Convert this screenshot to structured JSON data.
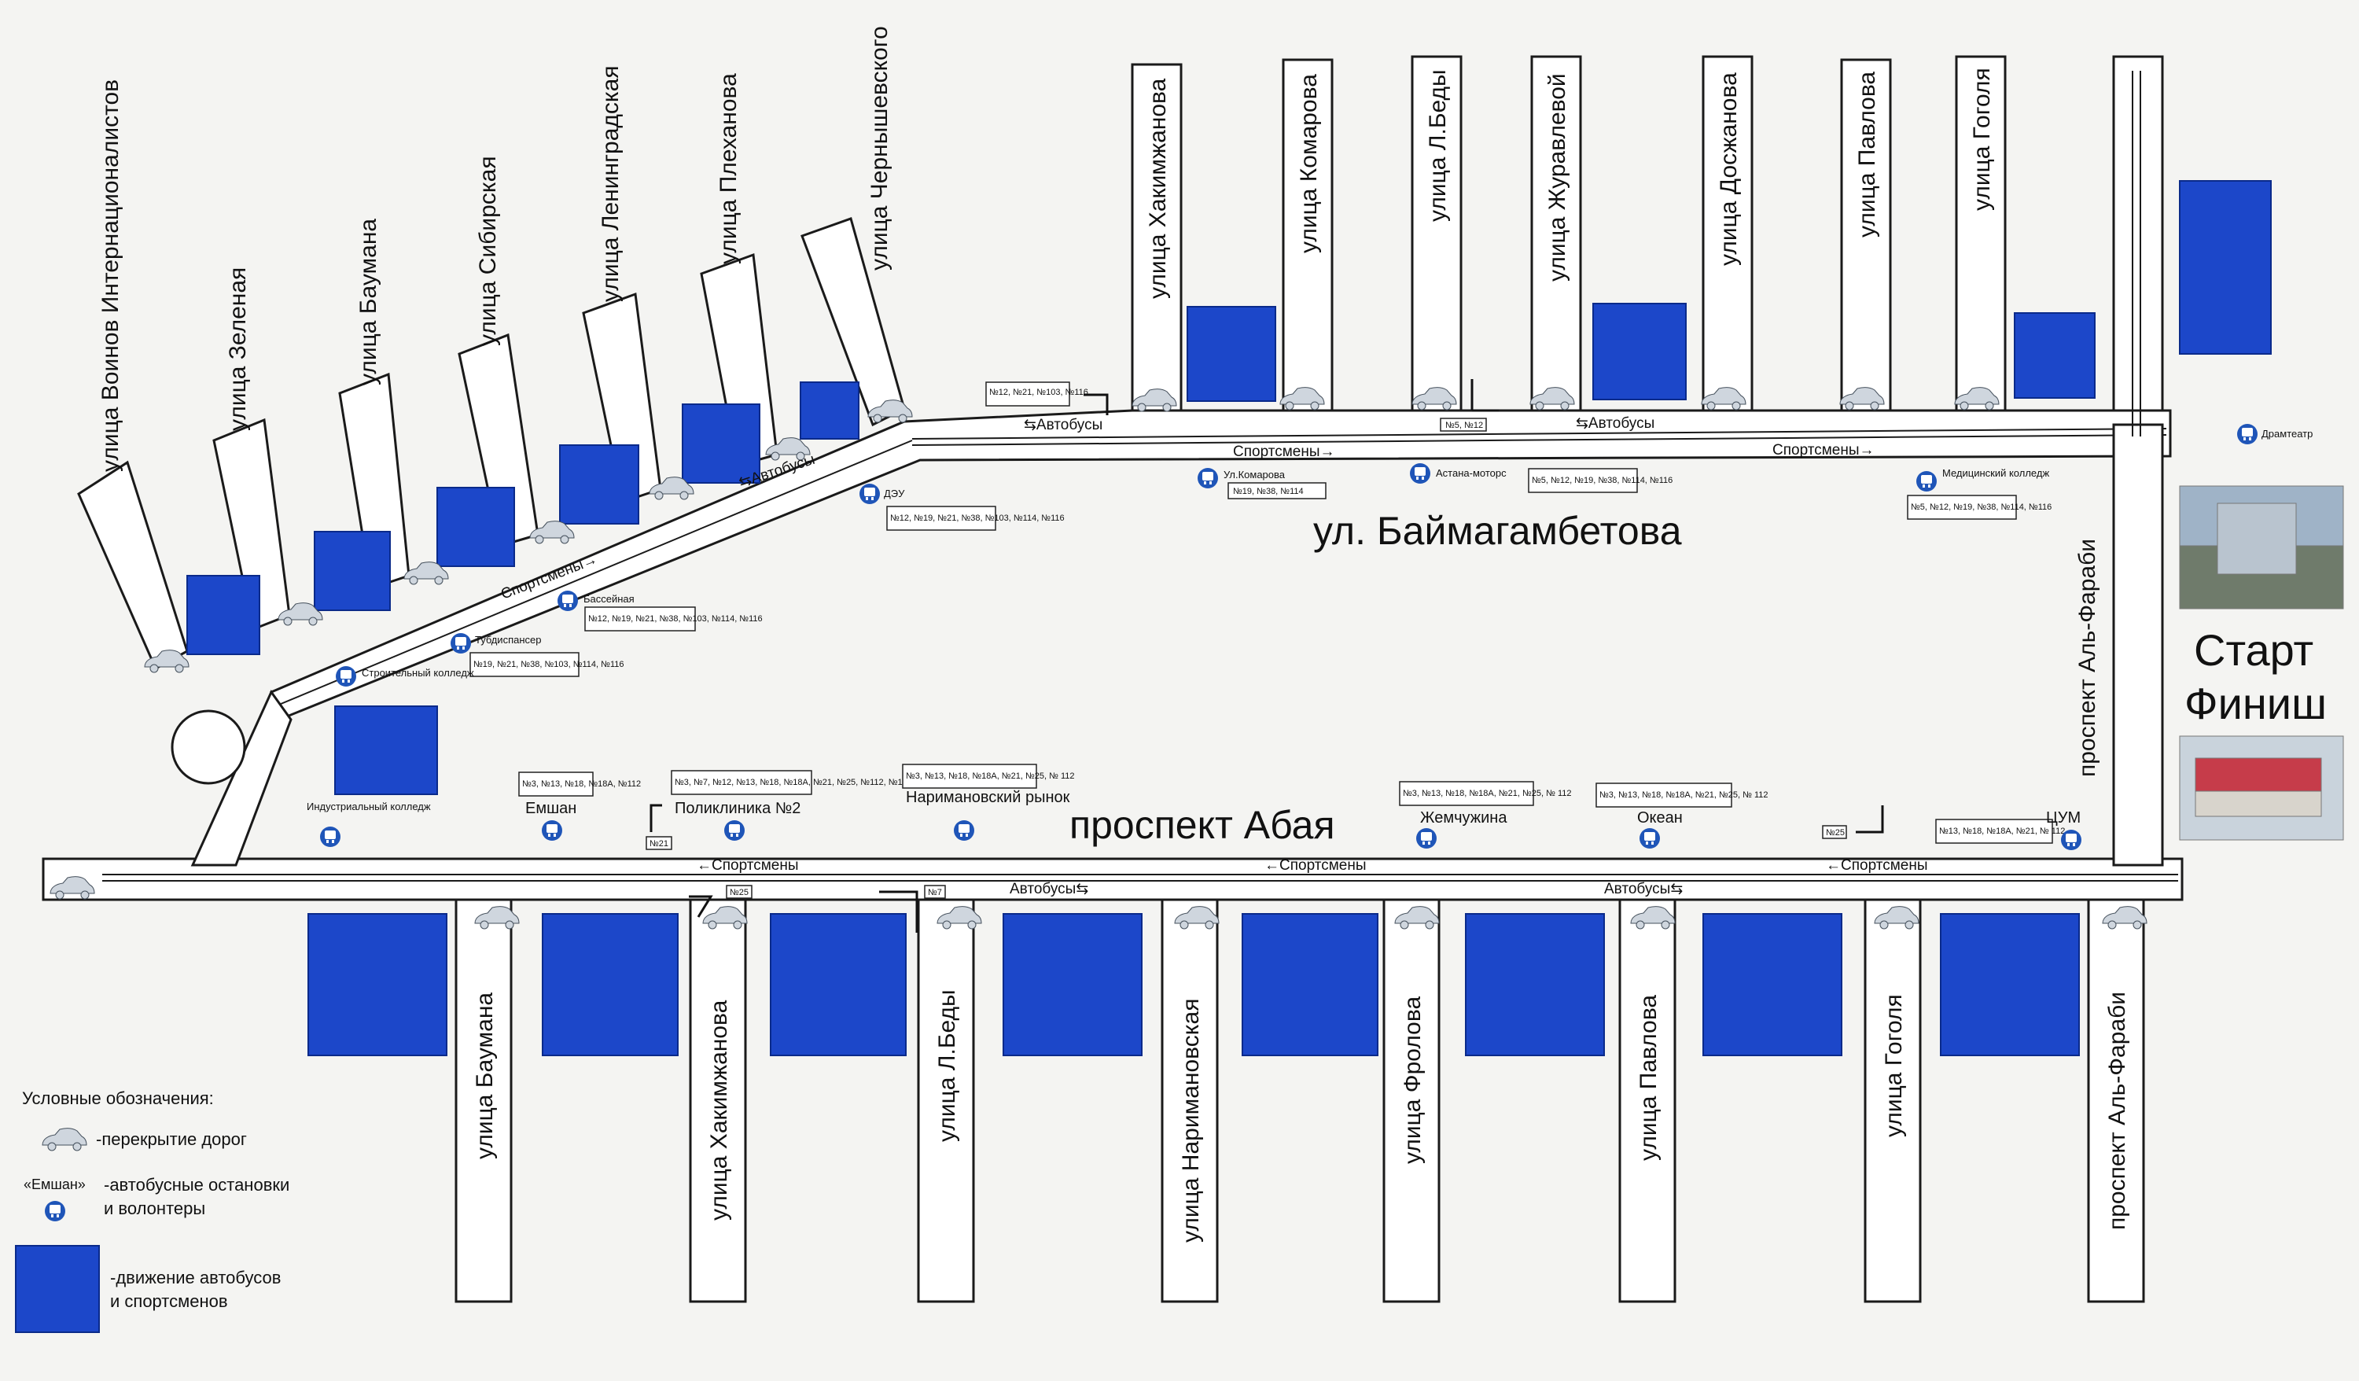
{
  "streets_north_west": [
    "улица Воинов Интернационалистов",
    "улица Зеленая",
    "улица Баумана",
    "улица Сибирская",
    "улица Ленинградская",
    "улица Плеханова",
    "улица Чернышевского"
  ],
  "streets_north_east": [
    "улица Хакимжанова",
    "улица Комарова",
    "улица Л.Беды",
    "улица Журавлевой",
    "улица Досжанова",
    "улица Павлова",
    "улица Гоголя"
  ],
  "streets_south": [
    "улица Баумана",
    "улица Хакимжанова",
    "улица Л.Беды",
    "улица Наримановская",
    "улица Фролова",
    "улица Павлова",
    "улица Гоголя",
    "проспект Аль-Фараби"
  ],
  "main_streets": {
    "baimagambetov": "ул. Баймагамбетова",
    "abay": "проспект Абая",
    "alfarabi": "проспект Аль-Фараби"
  },
  "direction_labels": {
    "sportsmen_right": "Спортсмены→",
    "sportsmen_diag": "Спортсмены→",
    "sportsmen_left": "←Спортсмены",
    "buses": "⇆Автобусы",
    "buses_rev": "Автобусы⇆"
  },
  "start_finish": {
    "start": "Старт",
    "finish": "Финиш"
  },
  "bus_stops_north": [
    {
      "name": "Драмтеатр",
      "routes": ""
    },
    {
      "name": "ДЭУ",
      "routes": "№12, №19, №21, №38, №103, №114, №116"
    },
    {
      "name": "Ул.Комарова",
      "routes": "№19, №38, №114"
    },
    {
      "name": "Астана-моторс",
      "routes": "№5, №12, №19, №38, №114, №116"
    },
    {
      "name": "Медицинский колледж",
      "routes": "№5, №12, №19, №38, №114, №116"
    },
    {
      "name": "Бассейная",
      "routes": "№12, №19, №21, №38, №103, №114, №116"
    },
    {
      "name": "Тубдиспансер",
      "routes": "№19, №21, №38, №103, №114, №116"
    },
    {
      "name": "Строительный колледж",
      "routes": ""
    },
    {
      "name": "Индустриальный колледж",
      "routes": ""
    }
  ],
  "bus_stops_abay": [
    {
      "name": "Емшан",
      "routes": "№3, №13, №18, №18А, №112"
    },
    {
      "name": "Поликлиника №2",
      "routes": "№3, №7, №12, №13, №18, №18А, №21, №25, №112, №116"
    },
    {
      "name": "Наримановский рынок",
      "routes": "№3, №13, №18, №18А, №21, №25, № 112"
    },
    {
      "name": "Жемчужина",
      "routes": "№3, №13, №18, №18А, №21, №25, № 112"
    },
    {
      "name": "Океан",
      "routes": "№3, №13, №18, №18А, №21, №25, № 112"
    },
    {
      "name": "ЦУМ",
      "routes": "№13, №18, №18А, №21, № 112"
    }
  ],
  "turn_routes": {
    "r1": "№12, №21, №103, №116",
    "r2": "№5, №12",
    "r3": "№21",
    "r4": "№25",
    "r5": "№7",
    "r6": "№25"
  },
  "legend": {
    "title": "Условные обозначения:",
    "closure": "-перекрытие дорог",
    "stop_example": "«Емшан»",
    "stops_line1": "-автобусные остановки",
    "stops_line2": "и волонтеры",
    "movement_line1": "-движение автобусов",
    "movement_line2": "и спортсменов"
  },
  "colors": {
    "zone": "#1c47c9",
    "stop": "#1f55b8",
    "road_outline": "#1a1a1a"
  }
}
